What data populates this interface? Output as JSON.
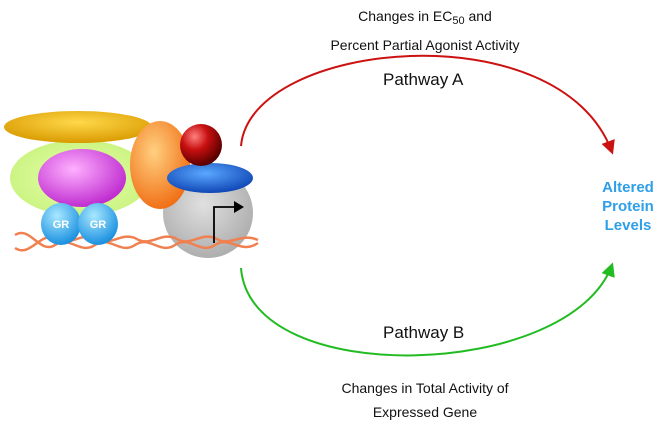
{
  "caption_top": {
    "line1_prefix": "Changes in EC",
    "line1_sub": "50",
    "line1_suffix": " and",
    "line2": "Percent Partial Agonist Activity"
  },
  "pathway_a": "Pathway A",
  "pathway_b": "Pathway B",
  "caption_bottom": {
    "line1": "Changes in Total Activity of",
    "line2": "Expressed Gene"
  },
  "outcome": {
    "line1": "Altered",
    "line2": "Protein",
    "line3": "Levels"
  },
  "complex": {
    "gr_label_1": "GR",
    "gr_label_2": "GR"
  },
  "colors": {
    "pathway_a_arrow": "#cc1111",
    "pathway_b_arrow": "#22bb22",
    "outcome_text": "#2f9fe8",
    "dna": "#f08050"
  }
}
